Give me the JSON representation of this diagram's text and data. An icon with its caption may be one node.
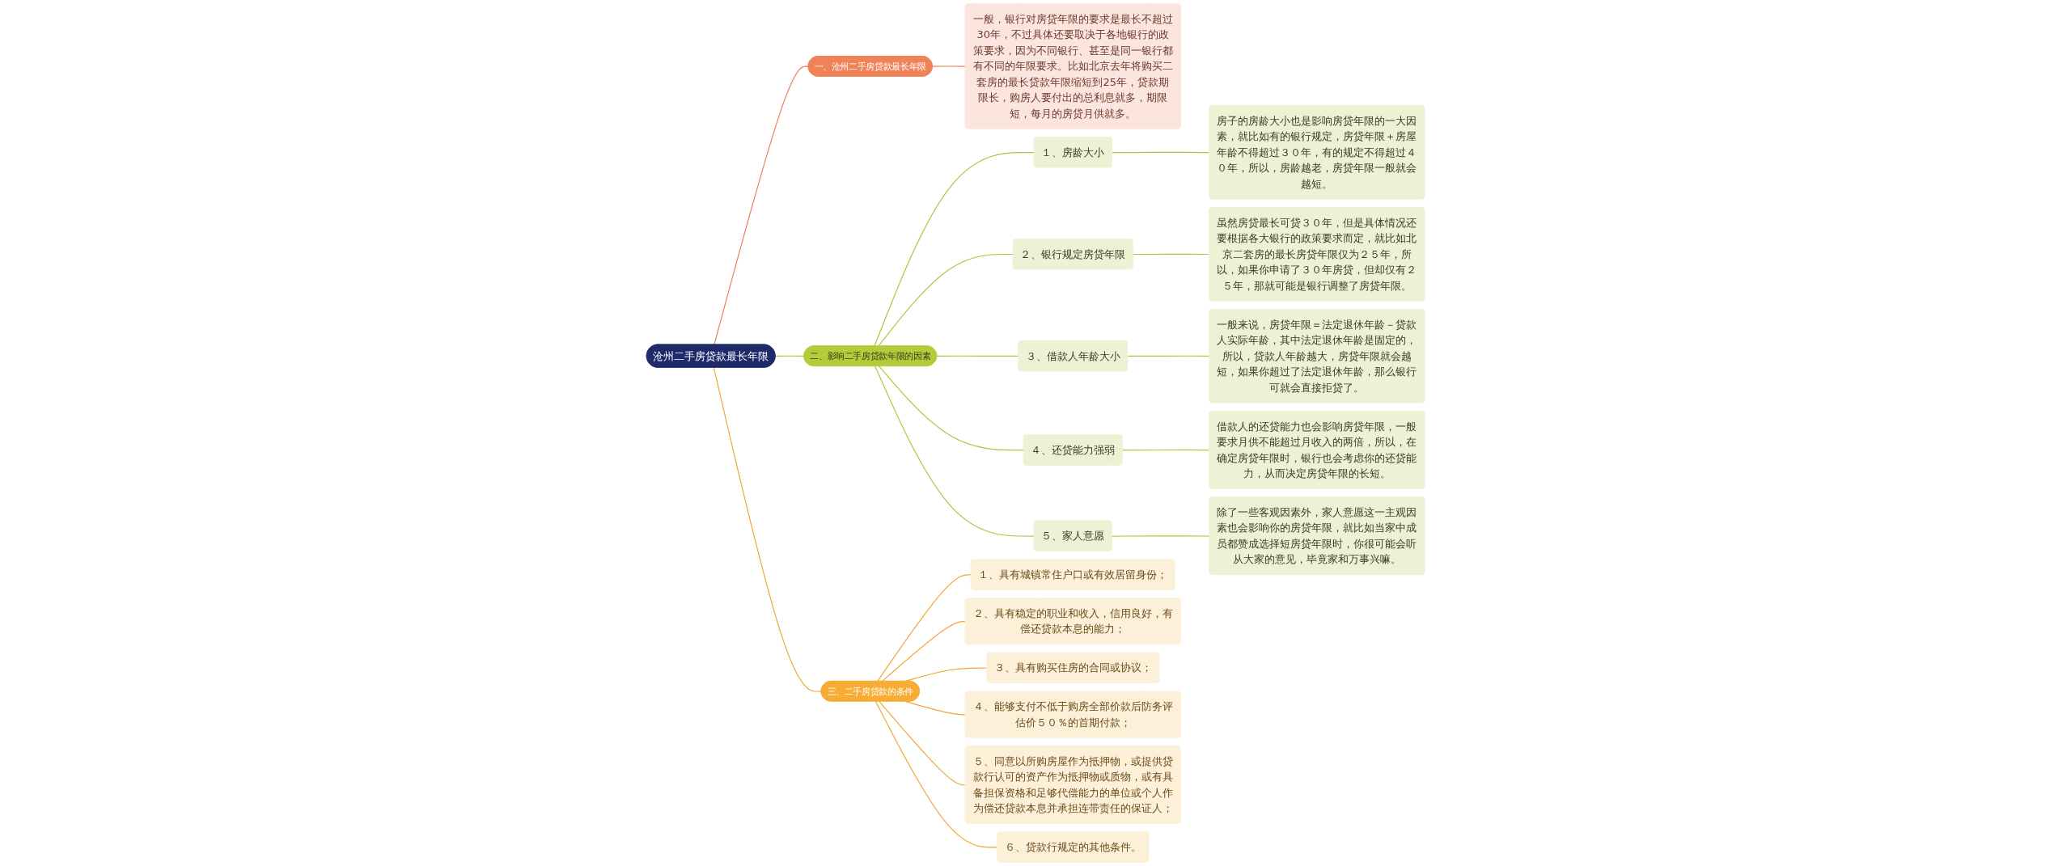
{
  "diagram": {
    "nodes": [
      {
        "text": [
          "沧州二手房贷款最长年限"
        ]
      },
      {
        "text": [
          "一、沧州二手房贷款最长年限"
        ]
      },
      {
        "text": [
          "一般，银行对房贷年限的要求是最长不超过30年，不过具体还要取决于各地银行的政策要求，因为不同银行、甚至是同一银行都有不同的年限要求。比如北京去年将购买二套房的最长贷款年限缩短到25年，贷款期限长，购房人要付出的总利息就多，期限短，每月的房贷月供就多。"
        ]
      },
      {
        "text": [
          "二、影响二手房贷款年限的因素"
        ]
      },
      {
        "text": [
          "１、房龄大小"
        ]
      },
      {
        "text": [
          "房子的房龄大小也是影响房贷年限的一大因素，就比如有的银行规定，房贷年限＋房屋年龄不得超过３０年，有的规定不得超过４０年，所以，房龄越老，房贷年限一般就会越短。"
        ]
      },
      {
        "text": [
          "２、银行规定房贷年限"
        ]
      },
      {
        "text": [
          "虽然房贷最长可贷３０年，但是具体情况还要根据各大银行的政策要求而定，就比如北京二套房的最长房贷年限仅为２５年，所以，如果你申请了３０年房贷，但却仅有２５年，那就可能是银行调整了房贷年限。"
        ]
      },
      {
        "text": [
          "３、借款人年龄大小"
        ]
      },
      {
        "text": [
          "一般来说，房贷年限＝法定退休年龄－贷款人实际年龄，其中法定退休年龄是固定的，所以，贷款人年龄越大，房贷年限就会越短，如果你超过了法定退休年龄，那么银行可就会直接拒贷了。"
        ]
      },
      {
        "text": [
          "４、还贷能力强弱"
        ]
      },
      {
        "text": [
          "借款人的还贷能力也会影响房贷年限，一般要求月供不能超过月收入的两倍，所以，在确定房贷年限时，银行也会考虑你的还贷能力，从而决定房贷年限的长短。"
        ]
      },
      {
        "text": [
          "５、家人意愿"
        ]
      },
      {
        "text": [
          "除了一些客观因素外，家人意愿这一主观因素也会影响你的房贷年限，就比如当家中成员都赞成选择短房贷年限时，你很可能会听从大家的意见，毕竟家和万事兴嘛。"
        ]
      },
      {
        "text": [
          "三、二手房贷款的条件"
        ]
      },
      {
        "text": [
          "１、具有城镇常住户口或有效居留身份；"
        ]
      },
      {
        "text": [
          "２、具有稳定的职业和收入，信用良好，有偿还贷款本息的能力；"
        ]
      },
      {
        "text": [
          "３、具有购买住房的合同或协议；"
        ]
      },
      {
        "text": [
          "４、能够支付不低于购房全部价款后防务评估价５０％的首期付款；"
        ]
      },
      {
        "text": [
          "５、同意以所购房屋作为抵押物，或提供贷款行认可的资产作为抵押物或质物，或有具备担保资格和足够代偿能力的单位或个人作为偿还贷款本息并承担连带责任的保证人；"
        ]
      },
      {
        "text": [
          "６、贷款行规定的其他条件。"
        ]
      }
    ],
    "edges": [
      {
        "from": 0,
        "to": 1,
        "arrow": "none",
        "color": "#e8825a"
      },
      {
        "from": 1,
        "to": 2,
        "arrow": "none",
        "color": "#e8825a"
      },
      {
        "from": 0,
        "to": 3,
        "arrow": "none"
      },
      {
        "from": 3,
        "to": 4,
        "arrow": "none"
      },
      {
        "from": 4,
        "to": 5,
        "arrow": "none"
      },
      {
        "from": 3,
        "to": 6,
        "arrow": "none"
      },
      {
        "from": 6,
        "to": 7,
        "arrow": "none"
      },
      {
        "from": 3,
        "to": 8,
        "arrow": "none"
      },
      {
        "from": 8,
        "to": 9,
        "arrow": "none"
      },
      {
        "from": 3,
        "to": 10,
        "arrow": "none"
      },
      {
        "from": 10,
        "to": 11,
        "arrow": "none"
      },
      {
        "from": 3,
        "to": 12,
        "arrow": "none"
      },
      {
        "from": 12,
        "to": 13,
        "arrow": "none"
      },
      {
        "from": 0,
        "to": 14,
        "arrow": "none",
        "color": "#f0a830"
      },
      {
        "from": 14,
        "to": 15,
        "arrow": "none",
        "color": "#f0a830"
      },
      {
        "from": 14,
        "to": 16,
        "arrow": "none",
        "color": "#f0a830"
      },
      {
        "from": 14,
        "to": 17,
        "arrow": "none",
        "color": "#f0a830"
      },
      {
        "from": 14,
        "to": 18,
        "arrow": "none",
        "color": "#f0a830"
      },
      {
        "from": 14,
        "to": 19,
        "arrow": "none",
        "color": "#f0a830"
      },
      {
        "from": 14,
        "to": 20,
        "arrow": "none",
        "color": "#f0a830"
      }
    ]
  }
}
